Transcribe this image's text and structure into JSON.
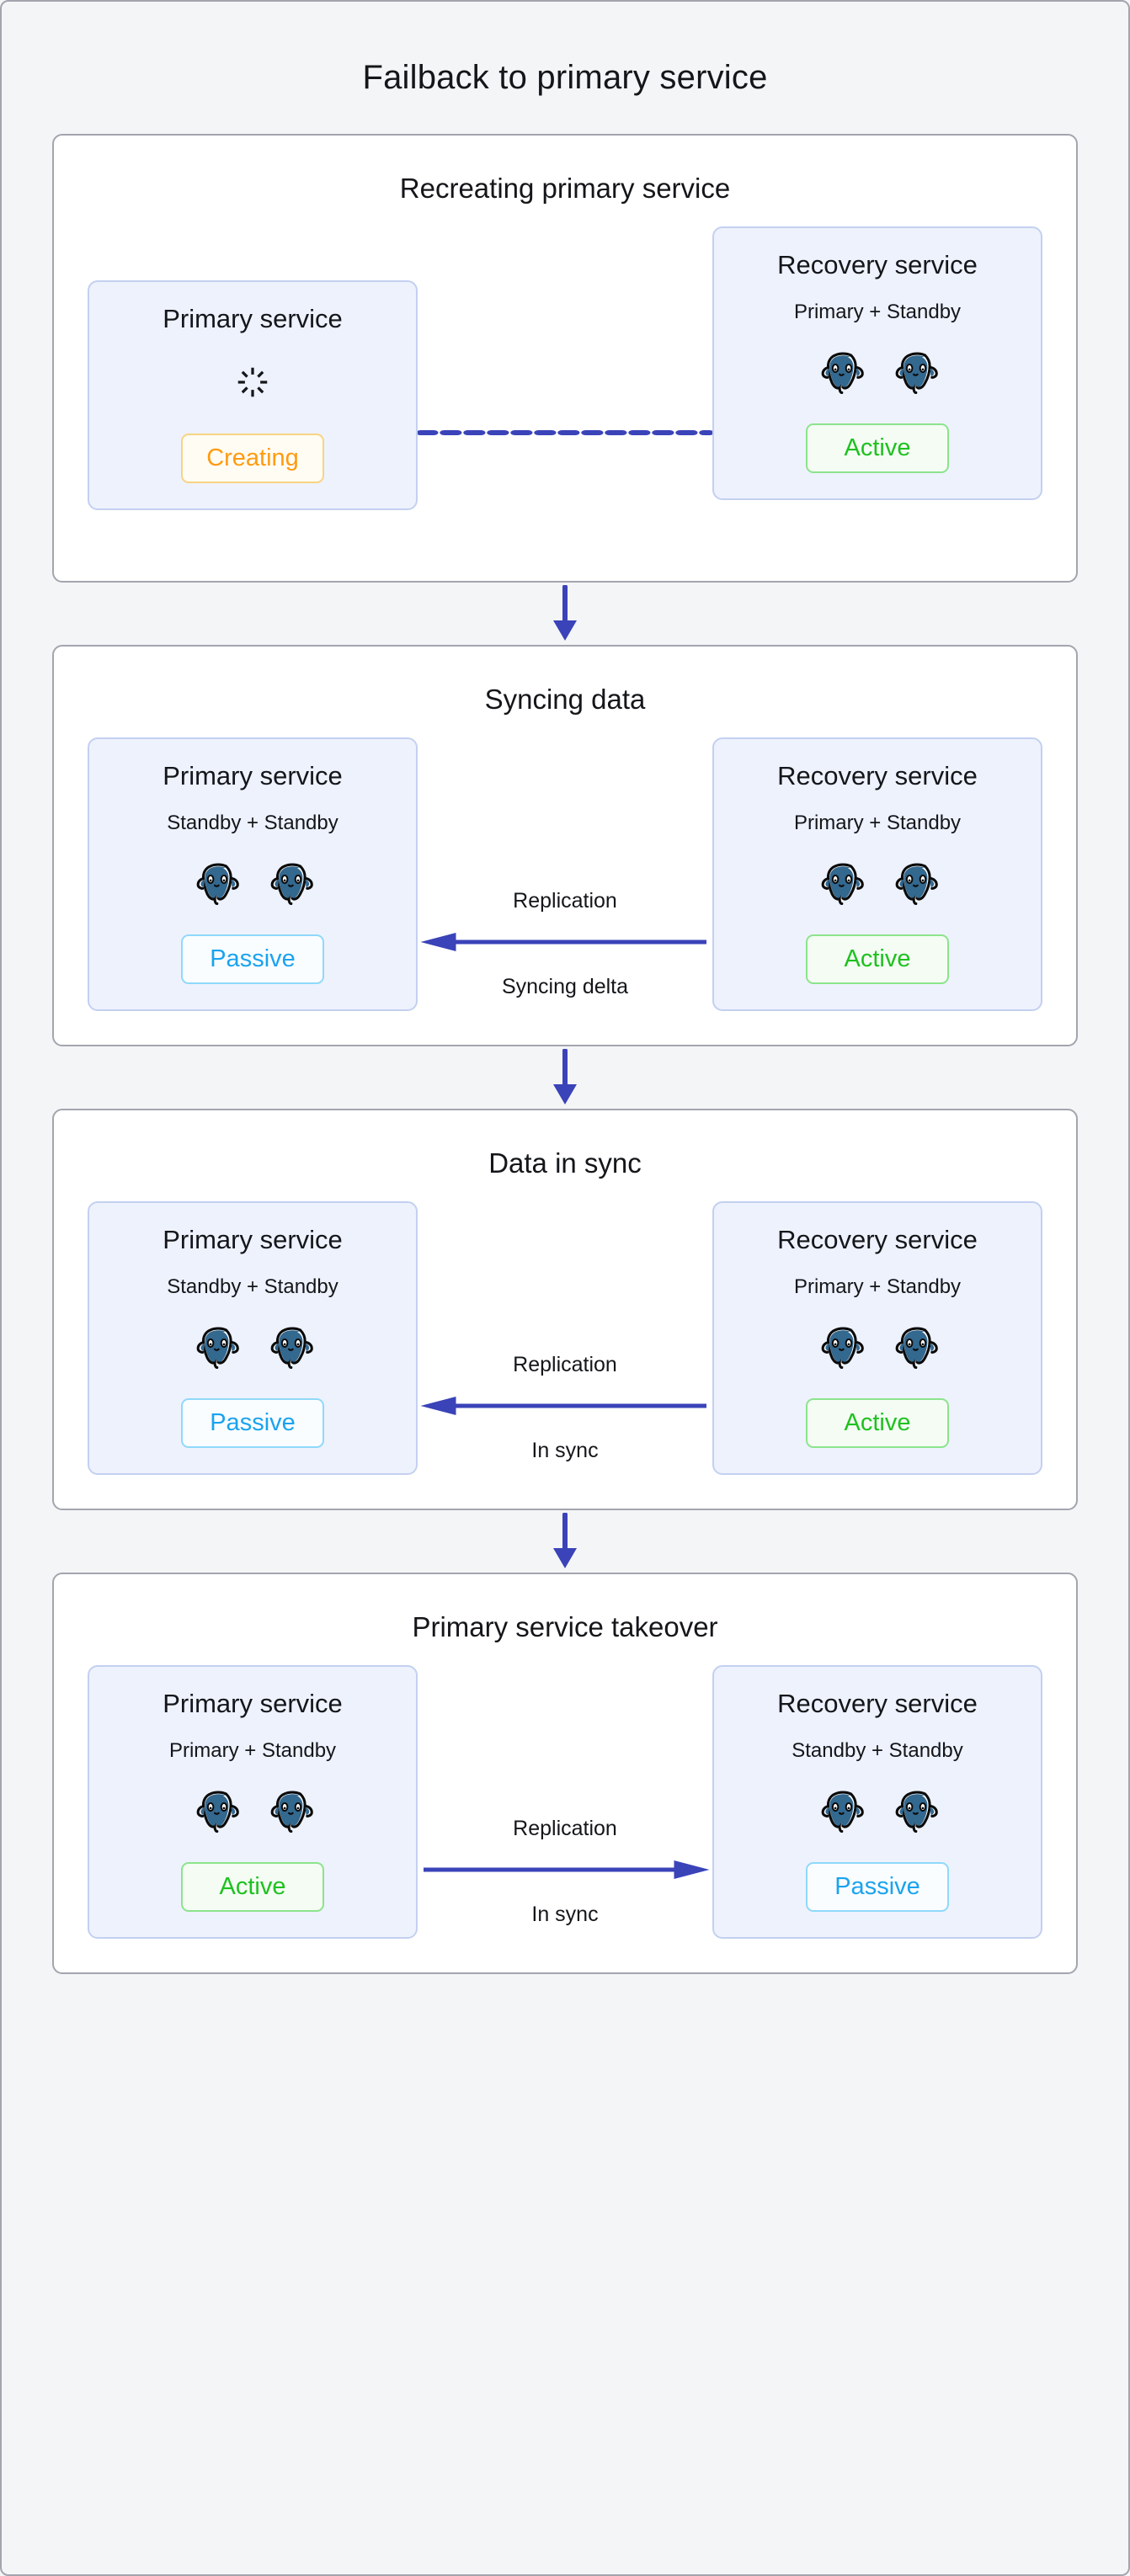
{
  "diagram": {
    "title": "Failback to primary service",
    "accent_arrow_color": "#3a43b8",
    "page_background": "#f4f5f7",
    "card_background": "#eef2fd",
    "card_border": "#c3d0f0",
    "status_colors": {
      "active": "#1fc11f",
      "passive": "#1aa3ef",
      "creating": "#ff9b11"
    },
    "node_icon": "postgresql-elephant-icon",
    "spinner_icon": "loading-spinner-icon",
    "flow_arrow_icon": "down-arrow-icon"
  },
  "stages": [
    {
      "title": "Recreating primary service",
      "left": {
        "name": "Primary service",
        "roles": "",
        "show_spinner": true,
        "node_count": 0,
        "status": "Creating",
        "status_kind": "creating"
      },
      "right": {
        "name": "Recovery service",
        "roles": "Primary + Standby",
        "show_spinner": false,
        "node_count": 2,
        "status": "Active",
        "status_kind": "active"
      },
      "link": {
        "kind": "dashed",
        "direction": "none",
        "label_top": "",
        "label_bottom": ""
      }
    },
    {
      "title": "Syncing data",
      "left": {
        "name": "Primary service",
        "roles": "Standby + Standby",
        "show_spinner": false,
        "node_count": 2,
        "status": "Passive",
        "status_kind": "passive"
      },
      "right": {
        "name": "Recovery service",
        "roles": "Primary + Standby",
        "show_spinner": false,
        "node_count": 2,
        "status": "Active",
        "status_kind": "active"
      },
      "link": {
        "kind": "solid",
        "direction": "left",
        "label_top": "Replication",
        "label_bottom": "Syncing delta"
      }
    },
    {
      "title": "Data in sync",
      "left": {
        "name": "Primary service",
        "roles": "Standby + Standby",
        "show_spinner": false,
        "node_count": 2,
        "status": "Passive",
        "status_kind": "passive"
      },
      "right": {
        "name": "Recovery service",
        "roles": "Primary + Standby",
        "show_spinner": false,
        "node_count": 2,
        "status": "Active",
        "status_kind": "active"
      },
      "link": {
        "kind": "solid",
        "direction": "left",
        "label_top": "Replication",
        "label_bottom": "In sync"
      }
    },
    {
      "title": "Primary service takeover",
      "left": {
        "name": "Primary service",
        "roles": "Primary + Standby",
        "show_spinner": false,
        "node_count": 2,
        "status": "Active",
        "status_kind": "active"
      },
      "right": {
        "name": "Recovery service",
        "roles": "Standby + Standby",
        "show_spinner": false,
        "node_count": 2,
        "status": "Passive",
        "status_kind": "passive"
      },
      "link": {
        "kind": "solid",
        "direction": "right",
        "label_top": "Replication",
        "label_bottom": "In sync"
      }
    }
  ]
}
